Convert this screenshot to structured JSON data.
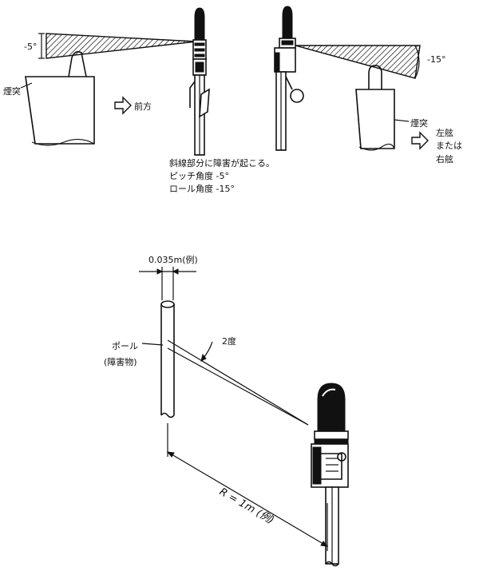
{
  "top_figure": {
    "left": {
      "angle_label": "-5°",
      "chimney_label": "煙突",
      "direction_label": "前方"
    },
    "right": {
      "angle_label": "-15°",
      "chimney_label": "煙突",
      "direction_lines": [
        "左舷",
        "または",
        "右舷"
      ]
    },
    "notes": [
      "斜線部分に障害が起こる。",
      "ピッチ角度 -5°",
      "ロール角度 -15°"
    ]
  },
  "bottom_figure": {
    "diameter_label": "0.035m(例)",
    "pole_label": "ポール",
    "obstacle_label": "(障害物)",
    "angle_label": "2度",
    "distance_label": "R = 1m (例)"
  }
}
